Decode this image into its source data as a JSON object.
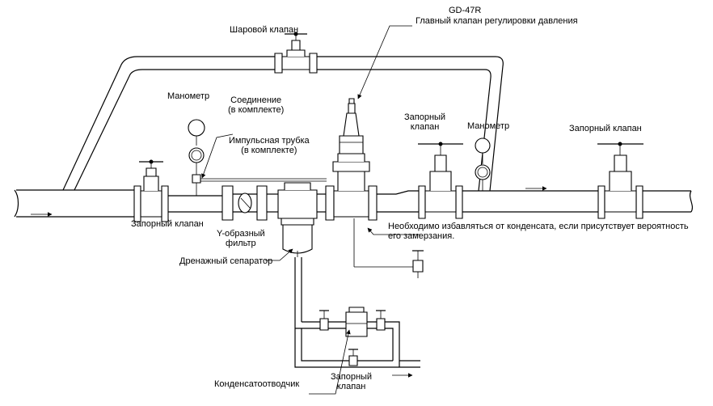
{
  "labels": {
    "ball_valve": "Шаровой клапан",
    "model": "GD-47R",
    "main_valve": "Главный клапан регулировки давления",
    "gauge_1": "Манометр",
    "connection_line1": "Соединение",
    "connection_line2": "(в комплекте)",
    "impulse_line1": "Импульсная трубка",
    "impulse_line2": "(в комплекте)",
    "stop_valve_mid_line1": "Запорный",
    "stop_valve_mid_line2": "клапан",
    "gauge_2": "Манометр",
    "stop_valve_right": "Запорный клапан",
    "stop_valve_left": "Запорный клапан",
    "strainer_line1": "Y-образный",
    "strainer_line2": "фильтр",
    "condensate_note_line1": "Необходимо избавляться от конденсата, если присутствует вероятность",
    "condensate_note_line2": "его замерзания.",
    "separator": "Дренажный сепаратор",
    "trap": "Конденсатоотводчик",
    "stop_valve_bottom_line1": "Запорный",
    "stop_valve_bottom_line2": "клапан"
  }
}
